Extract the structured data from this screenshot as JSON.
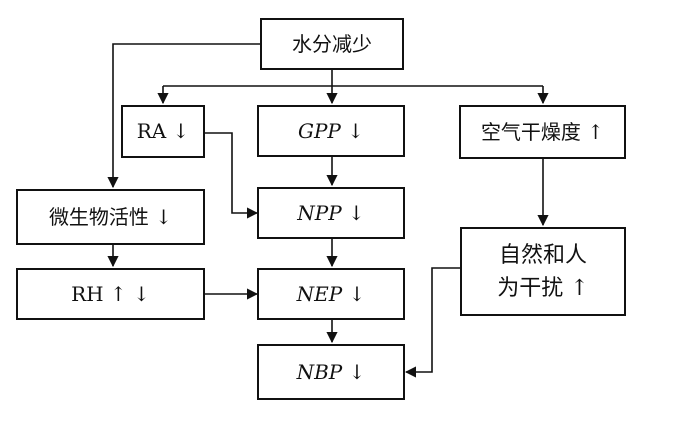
{
  "nodes": {
    "water_decrease": {
      "label": "水分减少"
    },
    "ra": {
      "label": "RA ↓"
    },
    "gpp": {
      "label": "GPP ↓"
    },
    "air_dryness": {
      "label": "空气干燥度 ↑"
    },
    "microbial_activity": {
      "label": "微生物活性 ↓"
    },
    "npp": {
      "label": "NPP ↓"
    },
    "disturbance": {
      "label": "自然和人\n为干扰 ↑"
    },
    "rh": {
      "label": "RH ↑ ↓"
    },
    "nep": {
      "label": "NEP ↓"
    },
    "nbp": {
      "label": "NBP ↓"
    }
  },
  "edges": [
    {
      "from": "水分减少",
      "to": "RA ↓"
    },
    {
      "from": "水分减少",
      "to": "GPP ↓"
    },
    {
      "from": "水分减少",
      "to": "空气干燥度 ↑"
    },
    {
      "from": "水分减少",
      "to": "微生物活性 ↓"
    },
    {
      "from": "RA ↓",
      "to": "NPP ↓"
    },
    {
      "from": "GPP ↓",
      "to": "NPP ↓"
    },
    {
      "from": "空气干燥度 ↑",
      "to": "自然和人为干扰 ↑"
    },
    {
      "from": "微生物活性 ↓",
      "to": "RH ↑ ↓"
    },
    {
      "from": "NPP ↓",
      "to": "NEP ↓"
    },
    {
      "from": "RH ↑ ↓",
      "to": "NEP ↓"
    },
    {
      "from": "NEP ↓",
      "to": "NBP ↓"
    },
    {
      "from": "自然和人为干扰 ↑",
      "to": "NBP ↓"
    }
  ]
}
